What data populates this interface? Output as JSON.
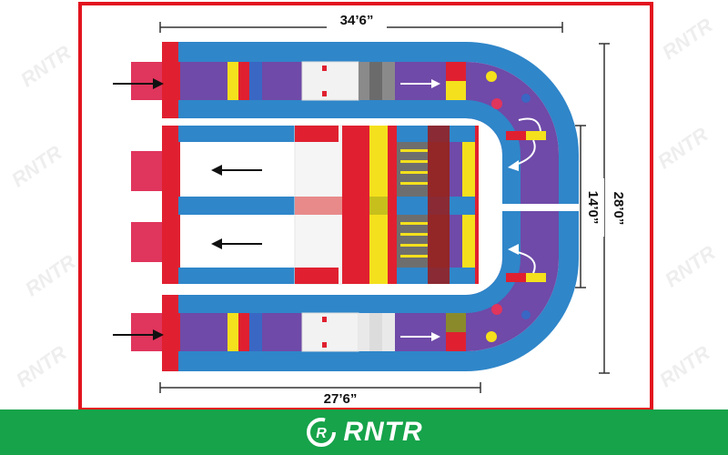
{
  "diagram": {
    "dimensions": {
      "top_length": "34’6”",
      "bottom_length": "27’6”",
      "overall_width": "28’0”",
      "inner_gap_width": "14’0”"
    }
  },
  "brand": {
    "name": "RNTR",
    "watermark": "RNTR",
    "footer_color": "#16a34a",
    "frame_color": "#e2141f"
  }
}
